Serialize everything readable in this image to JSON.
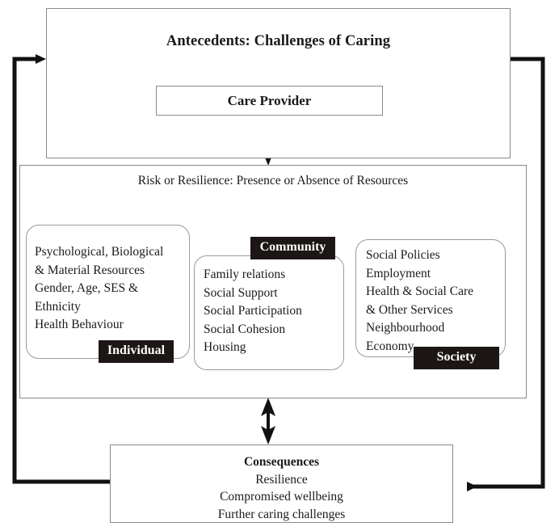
{
  "diagram": {
    "antecedents": {
      "heading": "Antecedents: Challenges of Caring",
      "care_provider_label": "Care Provider"
    },
    "middle": {
      "heading": "Risk or Resilience: Presence or Absence of Resources",
      "groups": [
        {
          "tag": "Individual",
          "items": [
            "Psychological, Biological",
            "& Material Resources",
            "Gender, Age, SES &",
            "Ethnicity",
            "Health Behaviour"
          ]
        },
        {
          "tag": "Community",
          "items": [
            "Family relations",
            "Social Support",
            "Social Participation",
            "Social Cohesion",
            "Housing"
          ]
        },
        {
          "tag": "Society",
          "items": [
            "Social Policies",
            "Employment",
            "Health & Social Care",
            "& Other Services",
            "Neighbourhood",
            "Economy"
          ]
        }
      ]
    },
    "consequences": {
      "heading": "Consequences",
      "lines": [
        "Resilience",
        "Compromised wellbeing",
        "Further caring challenges"
      ]
    },
    "colors": {
      "tag_background": "#1c1614",
      "tag_text": "#ffffff",
      "box_border": "#8a8a8a",
      "line": "#111111",
      "page_background": "#ffffff"
    }
  }
}
